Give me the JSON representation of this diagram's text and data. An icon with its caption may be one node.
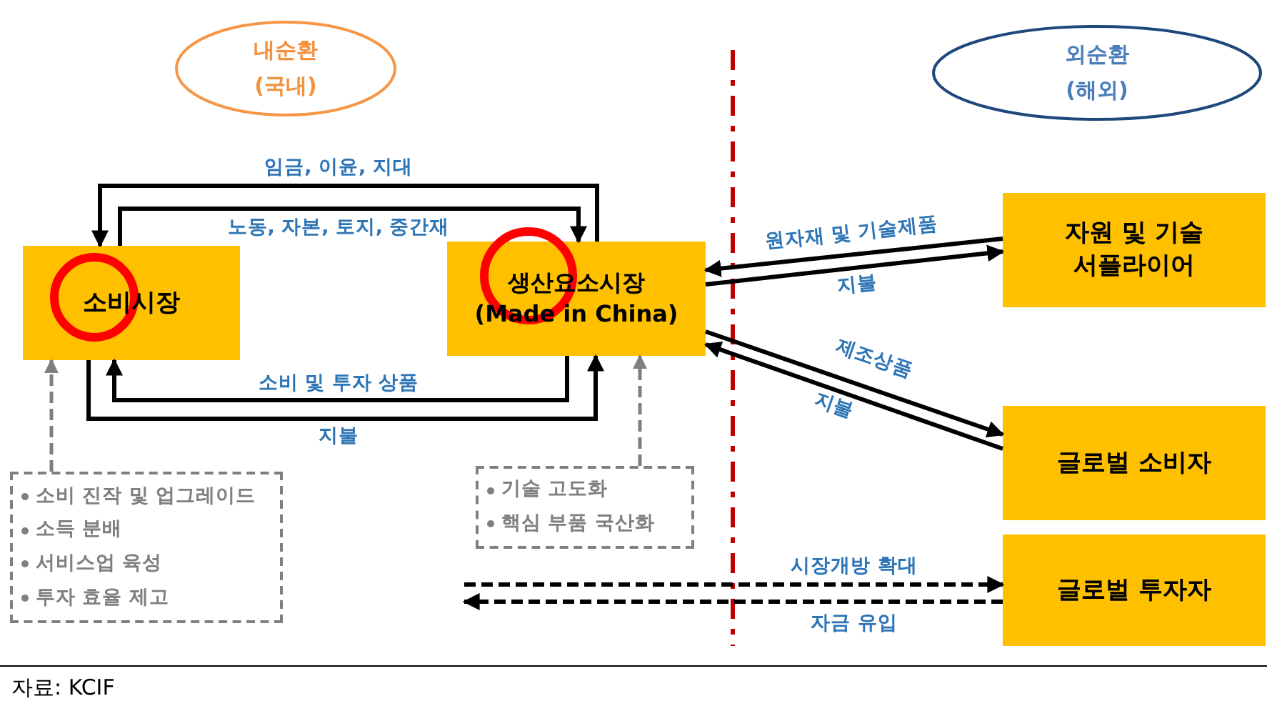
{
  "diagram": {
    "nodes": [
      {
        "text": [
          "내순환 (국내)"
        ]
      },
      {
        "text": [
          "외순환 (해외)"
        ]
      },
      {
        "text": [
          "소비시장"
        ]
      },
      {
        "text": [
          "생산요소시장 (Made in China)"
        ]
      },
      {
        "text": [
          "자원 및 기술 서플라이어"
        ]
      },
      {
        "text": [
          "글로벌 소비자"
        ]
      },
      {
        "text": [
          "글로벌 투자자"
        ]
      },
      {
        "text": [
          "소비 진작 및 업그레이드",
          "소득 분배",
          "서비스업 육성",
          "투자 효율 제고"
        ]
      },
      {
        "text": [
          "기술 고도화",
          "핵심 부품 국산화"
        ]
      }
    ],
    "edges": [
      {
        "from": 3,
        "to": 2,
        "arrow": "to",
        "label": "임금, 이윤, 지대"
      },
      {
        "from": 2,
        "to": 3,
        "arrow": "to",
        "label": "노동, 자본, 토지, 중간재"
      },
      {
        "from": 3,
        "to": 2,
        "arrow": "to",
        "label": "소비 및 투자 상품"
      },
      {
        "from": 2,
        "to": 3,
        "arrow": "to",
        "label": "지불"
      },
      {
        "from": 4,
        "to": 3,
        "arrow": "to",
        "label": "원자재 및 기술제품"
      },
      {
        "from": 3,
        "to": 4,
        "arrow": "to",
        "label": "지불"
      },
      {
        "from": 3,
        "to": 5,
        "arrow": "to",
        "label": "제조상품"
      },
      {
        "from": 5,
        "to": 3,
        "arrow": "to",
        "label": "지불"
      },
      {
        "from": null,
        "to": 6,
        "arrow": "to",
        "label": "시장개방 확대",
        "style": "dashed"
      },
      {
        "from": 6,
        "to": null,
        "arrow": "to",
        "label": "자금 유입",
        "style": "dashed"
      },
      {
        "from": 7,
        "to": 2,
        "arrow": "to",
        "style": "dashed",
        "color": "#7f7f7f"
      },
      {
        "from": 8,
        "to": 3,
        "arrow": "to",
        "style": "dashed",
        "color": "#7f7f7f"
      }
    ],
    "labels": [
      "자료: KCIF"
    ]
  }
}
